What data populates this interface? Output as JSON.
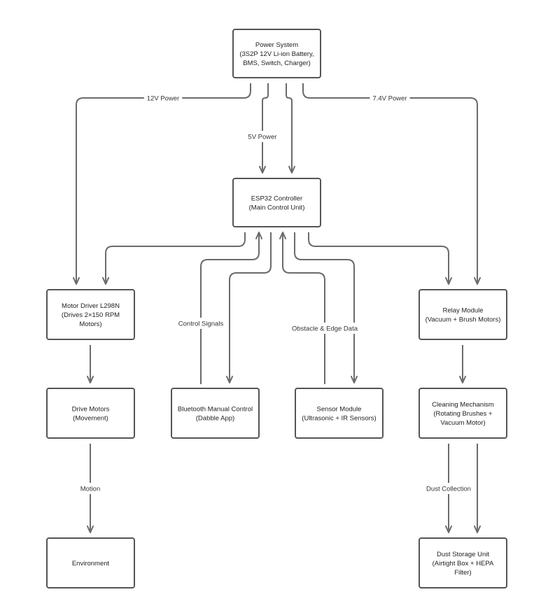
{
  "nodes": {
    "power": {
      "lines": [
        "Power System",
        "(3S2P 12V Li-ion Battery,",
        "BMS, Switch, Charger)"
      ]
    },
    "esp32": {
      "lines": [
        "ESP32 Controller",
        "(Main Control Unit)"
      ]
    },
    "motor_driver": {
      "lines": [
        "Motor Driver L298N",
        "(Drives 2×150 RPM",
        "Motors)"
      ]
    },
    "relay": {
      "lines": [
        "Relay Module",
        "(Vacuum + Brush Motors)"
      ]
    },
    "drive_motors": {
      "lines": [
        "Drive Motors",
        "(Movement)"
      ]
    },
    "bluetooth": {
      "lines": [
        "Bluetooth Manual Control",
        "(Dabble App)"
      ]
    },
    "sensor": {
      "lines": [
        "Sensor Module",
        "(Ultrasonic + IR Sensors)"
      ]
    },
    "cleaning": {
      "lines": [
        "Cleaning Mechanism",
        "(Rotating Brushes +",
        "Vacuum Motor)"
      ]
    },
    "environment": {
      "lines": [
        "Environment"
      ]
    },
    "dust": {
      "lines": [
        "Dust Storage Unit",
        "(Airtight Box + HEPA",
        "Filter)"
      ]
    }
  },
  "edge_labels": {
    "power_12v": "12V Power",
    "power_5v": "5V Power",
    "power_7v4": "7.4V Power",
    "control_signals": "Control Signals",
    "obstacle_edge": "Obstacle & Edge Data",
    "motion": "Motion",
    "dust_collection": "Dust Collection"
  }
}
